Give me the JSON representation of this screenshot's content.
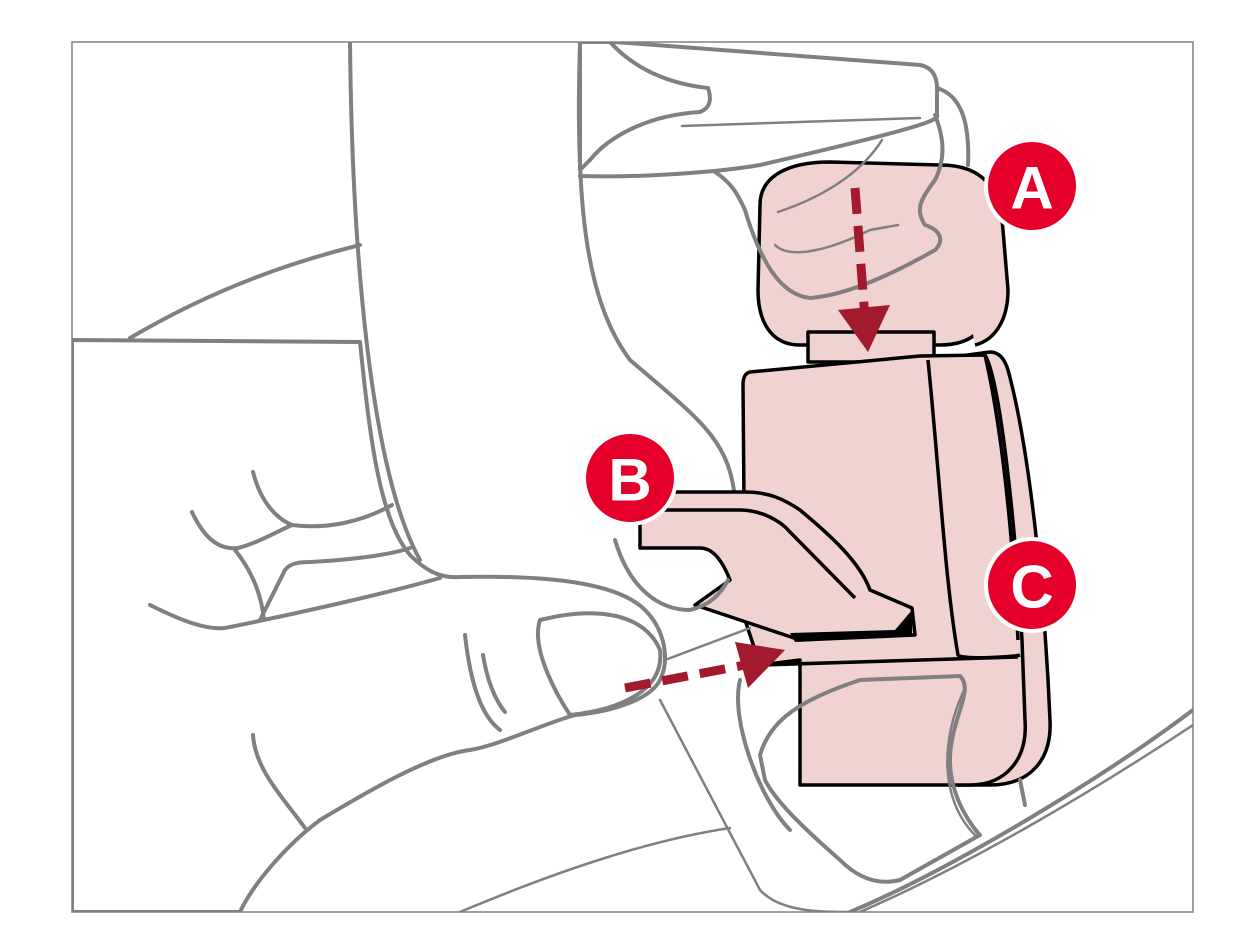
{
  "labels": {
    "a": "A",
    "b": "B",
    "c": "C"
  },
  "colors": {
    "callout": "#e4002b",
    "arrow": "#a3192e",
    "buckle": "#f0d3d0",
    "hand": "#e6e6e6",
    "line": "#808080"
  }
}
